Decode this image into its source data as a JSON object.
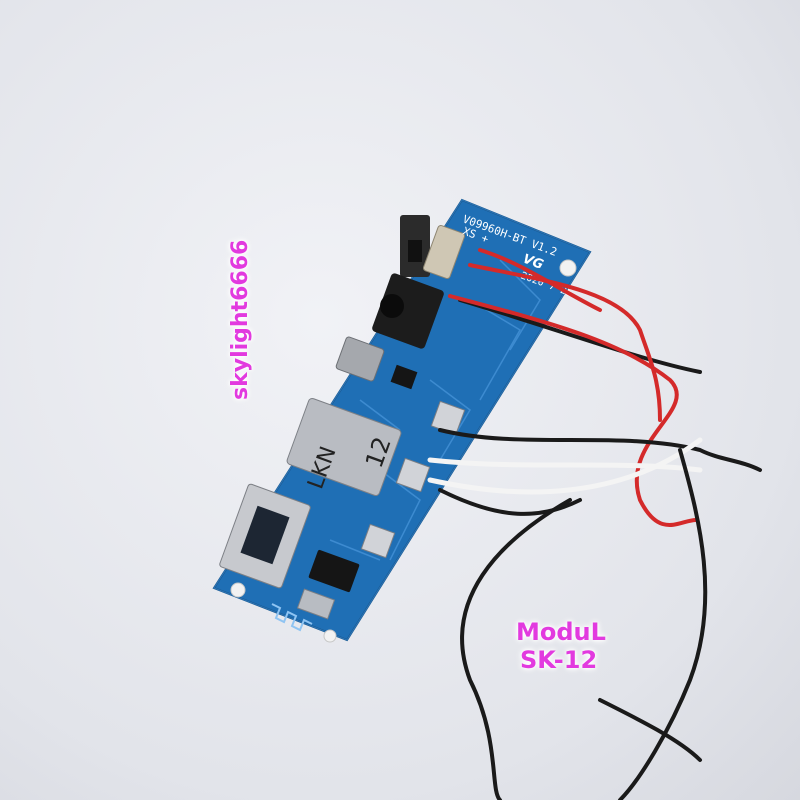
{
  "watermark": "skylight6666",
  "caption": {
    "line1": "ModuL",
    "line2": "SK-12"
  },
  "board": {
    "model_marking": "V09960H-BT V1.2",
    "date_marking": "2020 7 25",
    "logo_marking": "VG",
    "pin_marking": "XS +",
    "handwritten_note": [
      "LKN",
      "12"
    ]
  },
  "colors": {
    "background": "#e4e6ec",
    "pcb": "#1f6fb5",
    "caption": "#e23adf",
    "wire_red": "#d42a2a",
    "wire_black": "#1a1a1a",
    "wire_white": "#f4f4f4"
  }
}
